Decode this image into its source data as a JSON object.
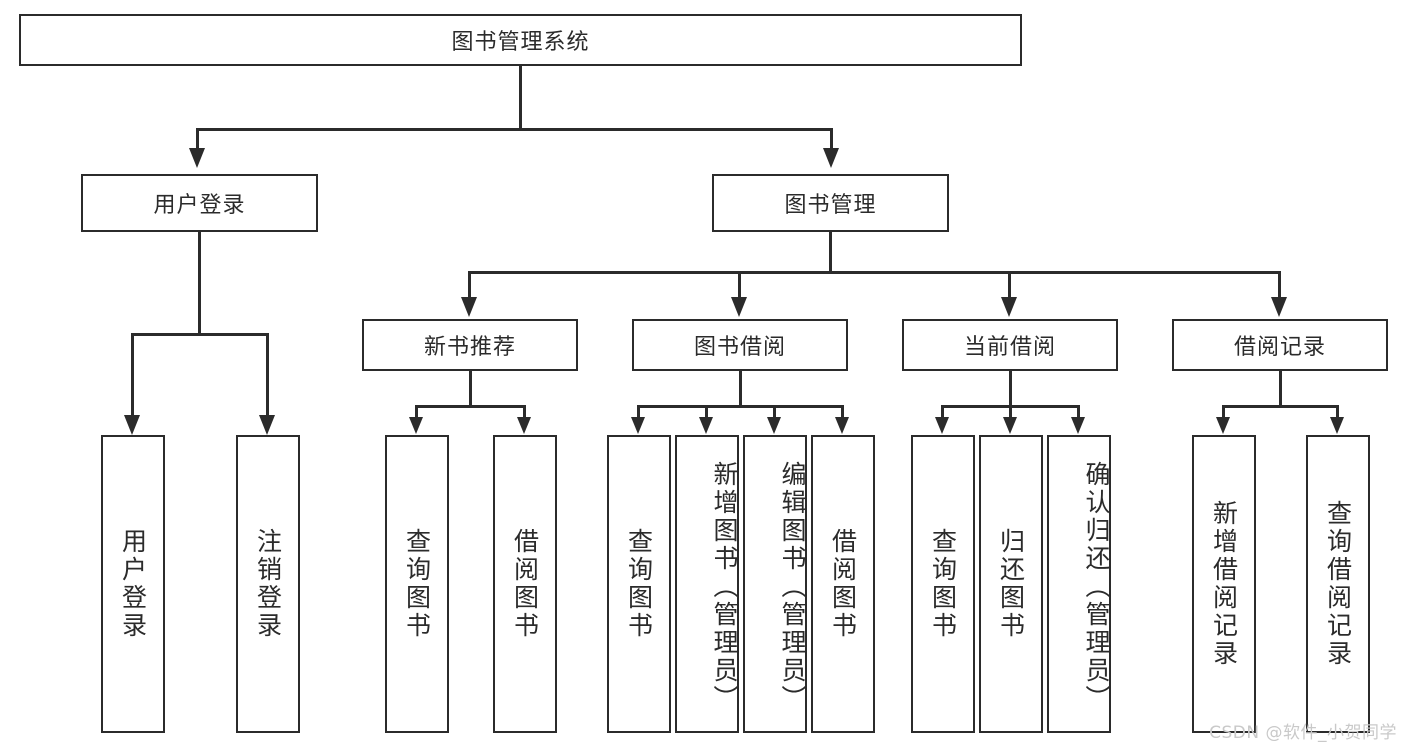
{
  "diagram": {
    "type": "tree-hierarchy",
    "title": "图书管理系统",
    "root": {
      "label": "图书管理系统"
    },
    "level2": [
      {
        "label": "用户登录"
      },
      {
        "label": "图书管理"
      }
    ],
    "level3": [
      {
        "label": "新书推荐"
      },
      {
        "label": "图书借阅"
      },
      {
        "label": "当前借阅"
      },
      {
        "label": "借阅记录"
      }
    ],
    "leaves": {
      "user_login": [
        {
          "label": "用户登录"
        },
        {
          "label": "注销登录"
        }
      ],
      "new_book_recommend": [
        {
          "label": "查询图书"
        },
        {
          "label": "借阅图书"
        }
      ],
      "book_borrow": [
        {
          "label": "查询图书"
        },
        {
          "label": "新增图书（管理员）"
        },
        {
          "label": "编辑图书（管理员）"
        },
        {
          "label": "借阅图书"
        }
      ],
      "current_borrow": [
        {
          "label": "查询图书"
        },
        {
          "label": "归还图书"
        },
        {
          "label": "确认归还（管理员）"
        }
      ],
      "borrow_record": [
        {
          "label": "新增借阅记录"
        },
        {
          "label": "查询借阅记录"
        }
      ]
    }
  },
  "watermark": {
    "text": "CSDN @软件_小贺同学"
  },
  "colors": {
    "stroke": "#2b2b2b",
    "background": "#ffffff",
    "text": "#2b2b2b",
    "watermark": "#c9c9c9"
  }
}
